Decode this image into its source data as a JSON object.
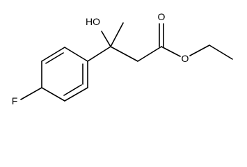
{
  "molecule": {
    "atom_labels": {
      "hydroxyl": "HO",
      "carbonyl_oxygen": "O",
      "ester_oxygen": "O",
      "fluorine": "F"
    }
  }
}
